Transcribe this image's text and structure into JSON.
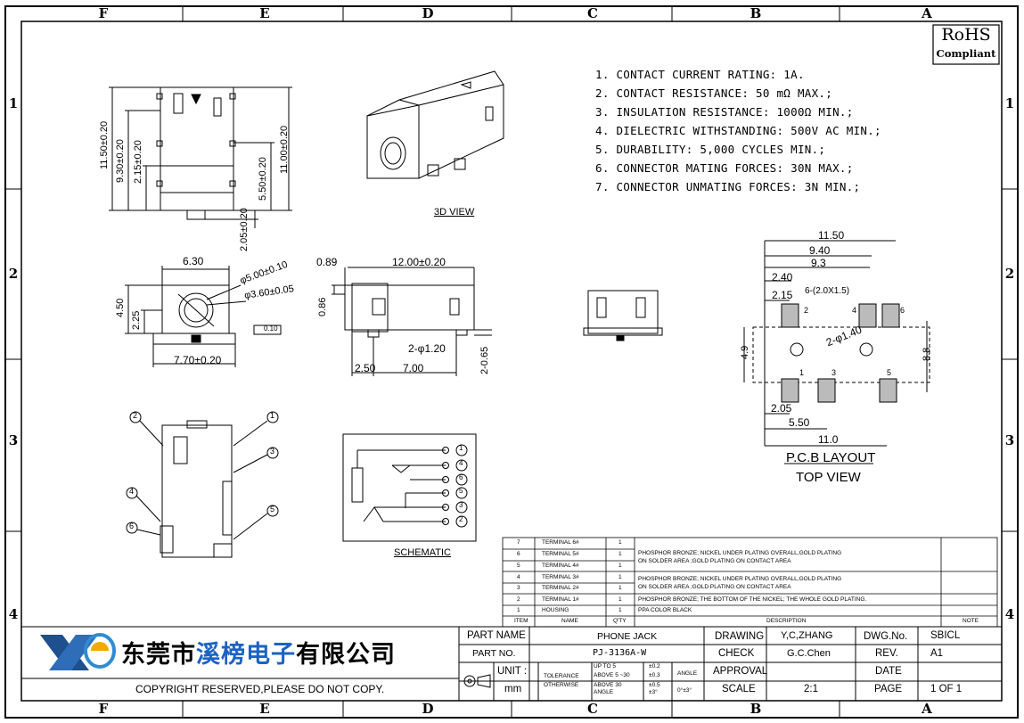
{
  "zones": {
    "columns": [
      "F",
      "E",
      "D",
      "C",
      "B",
      "A"
    ],
    "rows": [
      "1",
      "2",
      "3",
      "4"
    ]
  },
  "rohs": {
    "line1": "RoHS",
    "line2": "Compliant"
  },
  "notes": [
    "1. CONTACT CURRENT RATING: 1A.",
    "2. CONTACT RESISTANCE: 50 mΩ MAX.;",
    "3. INSULATION RESISTANCE: 1000Ω MIN.;",
    "4. DIELECTRIC WITHSTANDING: 500V AC MIN.;",
    "5. DURABILITY: 5,000 CYCLES MIN.;",
    "6. CONNECTOR MATING FORCES: 30N   MAX.;",
    "7. CONNECTOR UNMATING FORCES: 3N MIN.;"
  ],
  "views": {
    "view3d": "3D VIEW",
    "schematic": "SCHEMATIC",
    "pcb_layout": "P.C.B LAYOUT",
    "top_view": "TOP VIEW"
  },
  "dims": {
    "side_11_50": "11.50±0.20",
    "side_9_30": "9.30±0.20",
    "side_2_15": "2.15±0.20",
    "side_5_50": "5.50±0.20",
    "side_11_00": "11.00±0.20",
    "side_2_05": "2.05±0.20",
    "front_6_30": "6.30",
    "front_phi5": "φ5.00±0.10",
    "front_phi36": "φ3.60±0.05",
    "front_4_50": "4.50",
    "front_2_25": "2.25",
    "front_7_70": "7.70±0.20",
    "front_tol": "0.10",
    "bot_0_89": "0.89",
    "bot_12_00": "12.00±0.20",
    "bot_0_86": "0.86",
    "bot_phi12": "2-φ1.20",
    "bot_0_65": "2-0.65",
    "bot_2_50": "2.50",
    "bot_7_00": "7.00",
    "pcb_11_50": "11.50",
    "pcb_9_40": "9.40",
    "pcb_9_3": "9.3",
    "pcb_2_40": "2.40",
    "pcb_2_15": "2.15",
    "pcb_pads": "6-(2.0X1.5)",
    "pcb_holes": "2-φ1.40",
    "pcb_4_9": "4.9",
    "pcb_8_8": "8.8",
    "pcb_2_05": "2.05",
    "pcb_5_50": "5.50",
    "pcb_11_0": "11.0"
  },
  "pin_numbers": {
    "pcb_top": [
      "2",
      "4",
      "6"
    ],
    "pcb_bottom": [
      "1",
      "3",
      "5"
    ],
    "side_balloons": [
      "2",
      "1",
      "3",
      "4",
      "6",
      "5"
    ],
    "schematic": [
      "1",
      "4",
      "6",
      "5",
      "3",
      "2"
    ]
  },
  "bom": {
    "headers": [
      "ITEM",
      "NAME",
      "Q'TY",
      "DESCRIPTION",
      "NOTE"
    ],
    "rows": [
      {
        "item": "7",
        "name": "TERMINAL 6#",
        "qty": "1"
      },
      {
        "item": "6",
        "name": "TERMINAL 5#",
        "qty": "1"
      },
      {
        "item": "5",
        "name": "TERMINAL 4#",
        "qty": "1"
      },
      {
        "item": "4",
        "name": "TERMINAL 3#",
        "qty": "1"
      },
      {
        "item": "3",
        "name": "TERMINAL 2#",
        "qty": "1"
      },
      {
        "item": "2",
        "name": "TERMINAL 1#",
        "qty": "1"
      },
      {
        "item": "1",
        "name": "HOUSING",
        "qty": "1"
      }
    ],
    "desc_group1_a": "PHOSPHOR BRONZE; NICKEL UNDER PLATING OVERALL,GOLD PLATING",
    "desc_group1_b": "ON SOLDER AREA ;GOLD PLATING ON CONTACT AREA",
    "desc_group2_a": "PHOSPHOR BRONZE; NICKEL UNDER PLATING OVERALL,GOLD PLATING",
    "desc_group2_b": "ON SOLDER AREA ;GOLD PLATING ON CONTACT AREA",
    "desc_terminal1": "PHOSPHOR BRONZE; THE BOTTOM OF THE NICKEL; THE WHOLE GOLD PLATING.",
    "desc_housing": "PPA   COLOR BLACK"
  },
  "title_block": {
    "company": "东莞市溪榜电子有限公司",
    "company_highlight": "溪榜电子",
    "copyright": "COPYRIGHT RESERVED,PLEASE DO NOT COPY.",
    "part_name_label": "PART NAME",
    "part_name_value": "PHONE JACK",
    "part_no_label": "PART NO.",
    "part_no_value": "PJ-3136A-W",
    "unit_label": "UNIT :",
    "unit_value": "mm",
    "tolerance_label_1": "TOLERANCE",
    "tolerance_label_2": "OTHERWISE",
    "tol_row1": "UP TO 5",
    "tol_row2": "ABOVE 5 ~30",
    "tol_row3": "ABOVE 30",
    "tol_row4": "ANGLE",
    "tol_val1": "±0.2",
    "tol_val2": "±0.3",
    "tol_val3": "±0.5",
    "tol_val4": "±3°",
    "angle_label": "ANGLE",
    "angle_value": "0°±3°",
    "drawing_label": "DRAWING",
    "drawing_value": "Y,C,ZHANG",
    "check_label": "CHECK",
    "check_value": "G.C.Chen",
    "approval_label": "APPROVAL",
    "scale_label": "SCALE",
    "scale_value": "2:1",
    "dwg_label": "DWG.No.",
    "dwg_value": "SBICL",
    "rev_label": "REV.",
    "rev_value": "A1",
    "date_label": "DATE",
    "page_label": "PAGE",
    "page_value": "1 OF 1"
  }
}
